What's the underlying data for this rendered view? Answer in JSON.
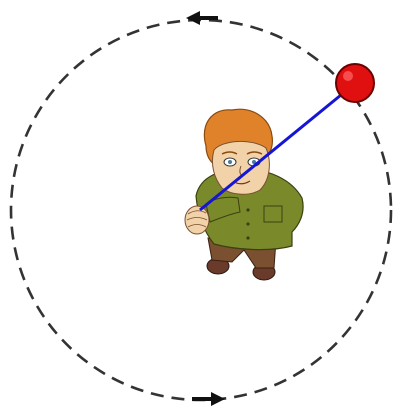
{
  "diagram": {
    "path": {
      "style": "dashed",
      "color": "#333333"
    },
    "direction_arrows": [
      {
        "icon": "arrow-left-icon",
        "direction": "left"
      },
      {
        "icon": "arrow-right-icon",
        "direction": "right"
      }
    ],
    "string": {
      "color": "#1515d6"
    },
    "ball": {
      "color": "#e01010",
      "outline": "#6a0000"
    },
    "person": {
      "hair_color": "#e0822a",
      "skin_color": "#f2d2a8",
      "shirt_color": "#7a8a2a",
      "pants_color": "#7a5030",
      "shoe_color": "#6a3a2a"
    }
  }
}
